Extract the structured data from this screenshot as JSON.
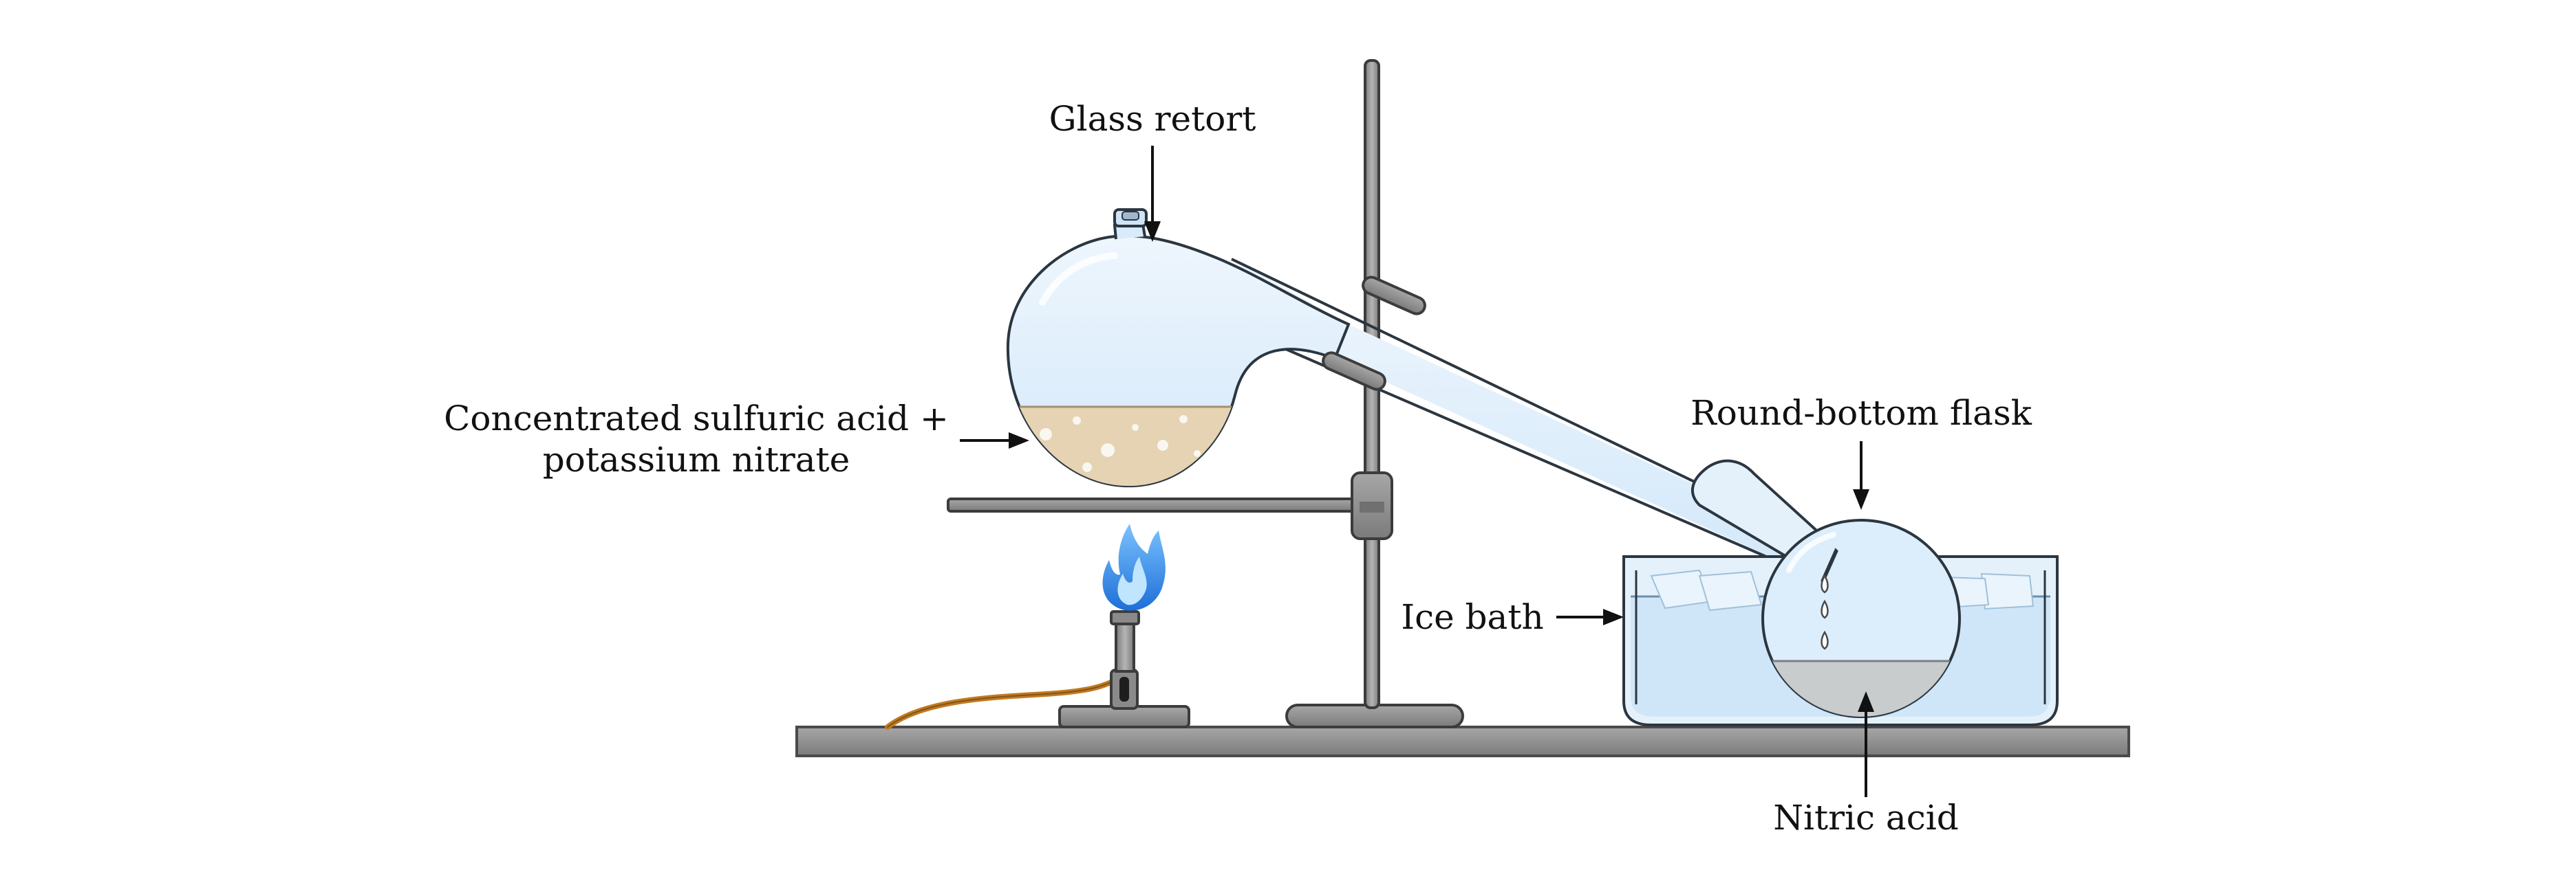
{
  "labels": {
    "glass_retort": "Glass retort",
    "reagents_line1": "Concentrated sulfuric acid +",
    "reagents_line2": "potassium nitrate",
    "round_bottom_flask": "Round-bottom flask",
    "ice_bath": "Ice bath",
    "nitric_acid": "Nitric acid"
  },
  "colors": {
    "glass_fill": "#dcedfb",
    "glass_stroke": "#2b3640",
    "reagent_mixture": "#e5d3b3",
    "nitric_acid_liquid": "#c8cccd",
    "ice_water": "#cfe6f8",
    "metal": "#8c8c8c",
    "metal_dark": "#6f6f6f",
    "flame_outer": "#2f86e8",
    "flame_inner": "#a9dcff",
    "gas_hose": "#c07a22"
  },
  "icons": {
    "burner": "bunsen-burner-icon",
    "flame": "flame-icon",
    "stand": "retort-stand-icon",
    "clamp": "clamp-icon"
  }
}
